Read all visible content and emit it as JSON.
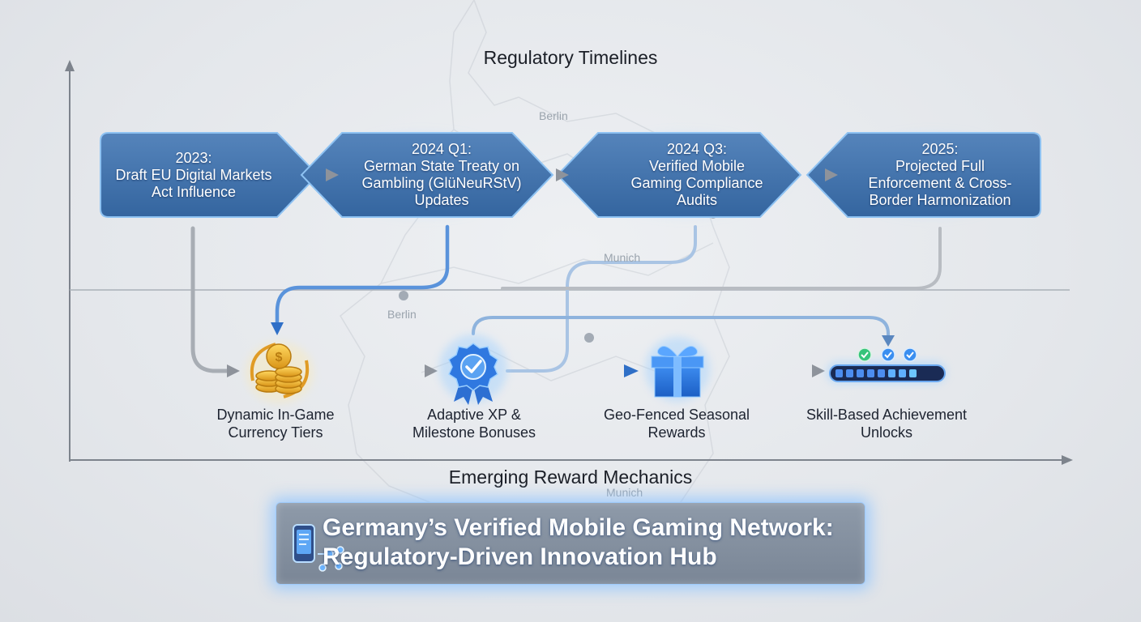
{
  "titles": {
    "top": "Regulatory Timelines",
    "bottom": "Emerging Reward Mechanics"
  },
  "map_labels": [
    "Berlin",
    "Munich",
    "Berlin",
    "Munich"
  ],
  "timeline": [
    {
      "year": "2023:",
      "text": "Draft EU Digital Markets Act Influence"
    },
    {
      "year": "2024 Q1:",
      "text": "German State Treaty on Gambling (GlüNeuRStV) Updates"
    },
    {
      "year": "2024 Q3:",
      "text": "Verified Mobile Gaming Compliance Audits"
    },
    {
      "year": "2025:",
      "text": "Projected Full Enforcement & Cross-Border Harmonization"
    }
  ],
  "mechanics": [
    {
      "label": "Dynamic In-Game Currency Tiers",
      "icon": "coins-icon"
    },
    {
      "label": "Adaptive XP & Milestone Bonuses",
      "icon": "badge-check-icon"
    },
    {
      "label": "Geo-Fenced Seasonal Rewards",
      "icon": "gift-box-icon"
    },
    {
      "label": "Skill-Based Achievement Unlocks",
      "icon": "progress-bar-icon"
    }
  ],
  "hub": {
    "line1": "Germany’s Verified Mobile Gaming Network:",
    "line2": "Regulatory-Driven Innovation Hub",
    "icon": "phone-network-icon"
  },
  "colors": {
    "stage_fill": "#3d6ea8",
    "stage_border": "#8ec2f2",
    "arrow_blue": "#4a8fe0",
    "arrow_gray": "#a3a8b0",
    "hub_glow": "#8cc3ff"
  }
}
